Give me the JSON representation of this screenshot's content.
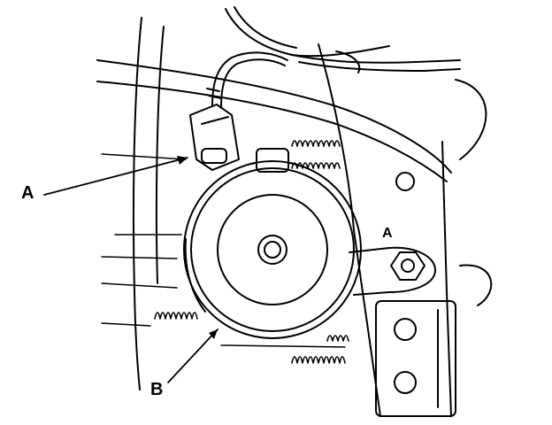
{
  "diagram": {
    "callouts": {
      "a": "A",
      "b": "B",
      "bolt": "A"
    },
    "colors": {
      "ink": "#000000",
      "paper": "#ffffff"
    }
  }
}
